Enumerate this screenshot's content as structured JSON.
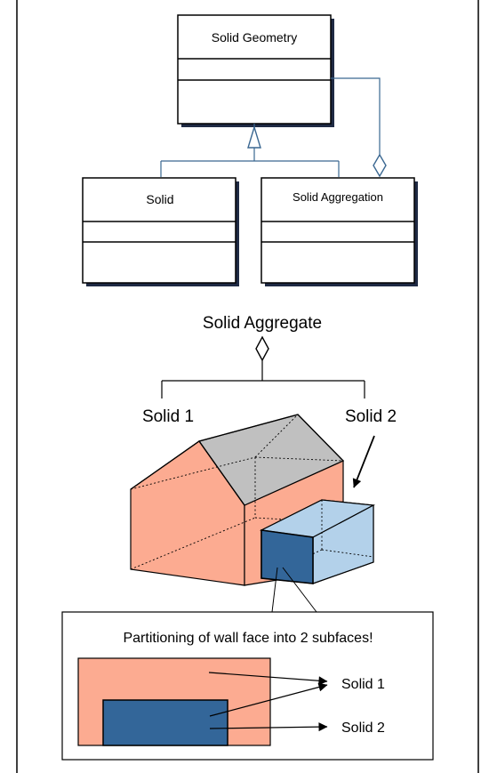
{
  "uml": {
    "parent_class": "Solid Geometry",
    "child_class_left": "Solid",
    "child_class_right": "Solid Aggregation"
  },
  "aggregate": {
    "title": "Solid Aggregate",
    "part_left": "Solid 1",
    "part_right": "Solid 2"
  },
  "callout": {
    "title": "Partitioning of wall face into 2 subfaces!",
    "label_1": "Solid 1",
    "label_2": "Solid 2"
  },
  "colors": {
    "wall_salmon": "#fcab91",
    "solid2_blue": "#336699",
    "glass_blue": "#b3d1ea",
    "roof_gray": "#c0c0c0",
    "uml_line": "#3a6791"
  }
}
